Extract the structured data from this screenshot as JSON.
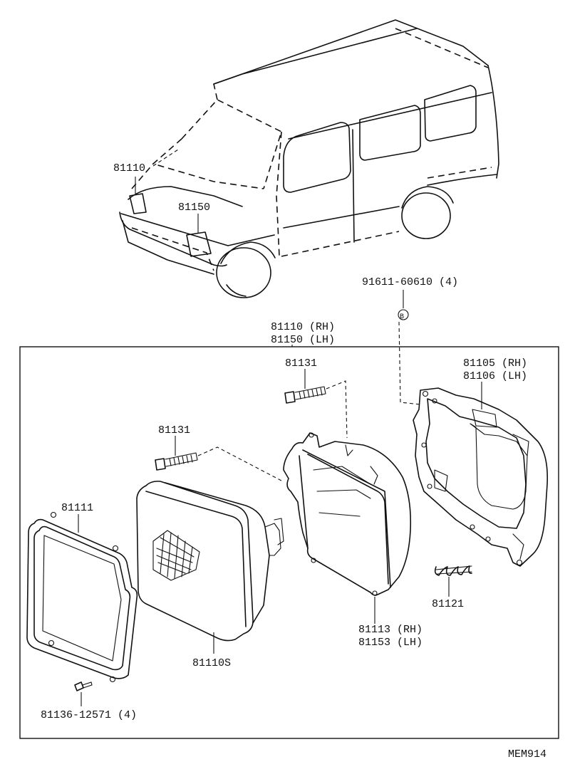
{
  "labels": {
    "vehicle_headlamp_rh": "81110",
    "vehicle_headlamp_lh": "81150",
    "bolt_spec": "91611-60610 (4)",
    "assembly_rh": "81110 (RH)",
    "assembly_lh": "81150 (LH)",
    "screw_upper": "81131",
    "screw_left": "81131",
    "bracket_rh": "81105 (RH)",
    "bracket_lh": "81106 (LH)",
    "rim": "81111",
    "sealed_beam": "81110S",
    "housing_rh": "81113 (RH)",
    "housing_lh": "81153 (LH)",
    "spring": "81121",
    "rim_screw": "81136-12571 (4)",
    "bolt_marker": "B",
    "diagram_code": "MEM914"
  },
  "icons": [
    "van-illustration",
    "bolt-icon",
    "screw-icon",
    "spring-icon",
    "rim-icon",
    "sealed-beam-icon",
    "housing-icon",
    "bracket-icon"
  ]
}
